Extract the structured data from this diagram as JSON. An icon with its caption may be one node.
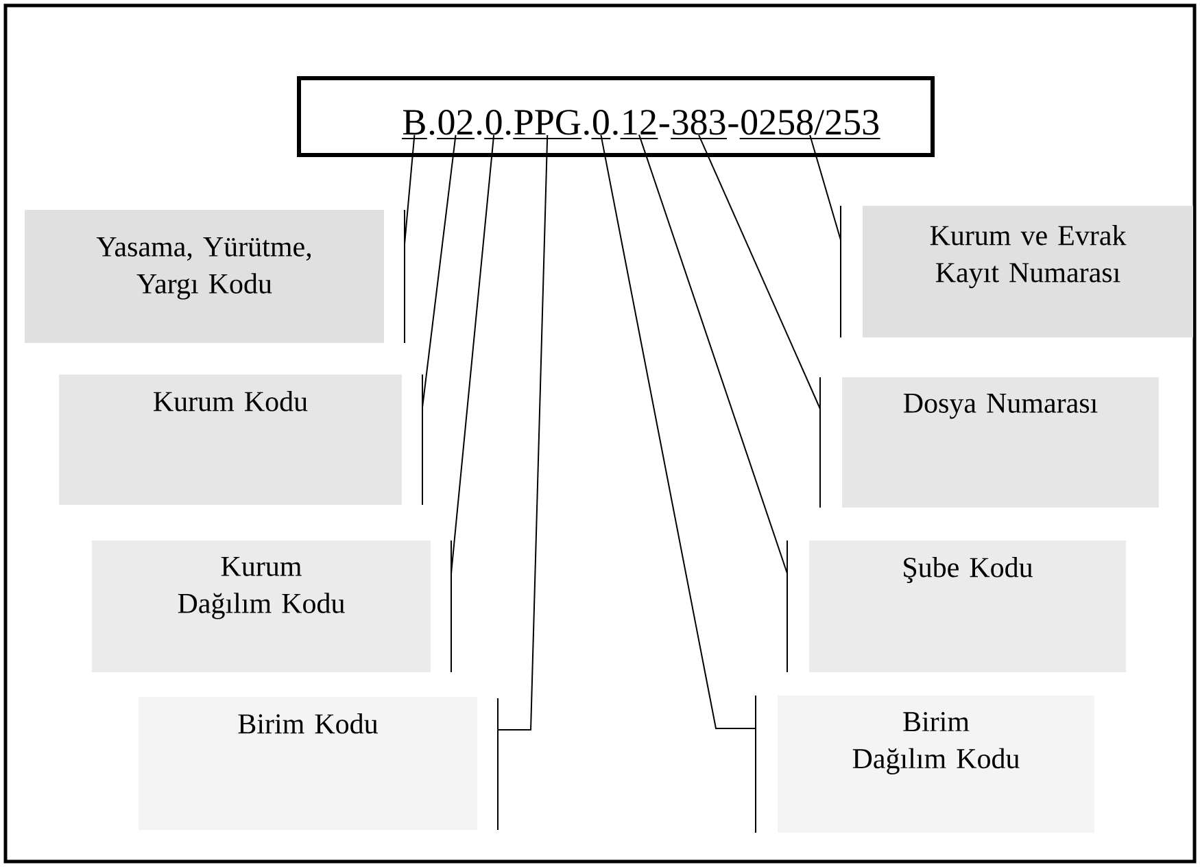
{
  "diagram": {
    "nodes": [
      {
        "text": [],
        "shape": "box"
      },
      {
        "text": [
          "B"
        ],
        "in": 0
      },
      {
        "text": [
          "02"
        ],
        "in": 0
      },
      {
        "text": [
          "0"
        ],
        "in": 0
      },
      {
        "text": [
          "PPG"
        ],
        "in": 0
      },
      {
        "text": [
          "0"
        ],
        "in": 0
      },
      {
        "text": [
          "12"
        ],
        "in": 0
      },
      {
        "text": [
          "383"
        ],
        "in": 0
      },
      {
        "text": [
          "0258/253"
        ],
        "in": 0
      },
      {
        "text": [
          "Yasama, Yürütme, Yargı Kodu"
        ]
      },
      {
        "text": [
          "Kurum ve Evrak Kayıt Numarası"
        ]
      },
      {
        "text": [
          "Kurum Kodu"
        ]
      },
      {
        "text": [
          "Dosya Numarası"
        ]
      },
      {
        "text": [
          "Kurum Dağılım Kodu"
        ]
      },
      {
        "text": [
          "Şube Kodu"
        ]
      },
      {
        "text": [
          "Birim Kodu"
        ]
      },
      {
        "text": [
          "Birim Dağılım Kodu"
        ]
      }
    ],
    "edges": [
      {
        "from": 1,
        "to": 9,
        "arrow": "none"
      },
      {
        "from": 2,
        "to": 11,
        "arrow": "none"
      },
      {
        "from": 3,
        "to": 13,
        "arrow": "none"
      },
      {
        "from": 4,
        "to": 15,
        "arrow": "none"
      },
      {
        "from": 5,
        "to": 16,
        "arrow": "none"
      },
      {
        "from": 6,
        "to": 14,
        "arrow": "none"
      },
      {
        "from": 7,
        "to": 12,
        "arrow": "none"
      },
      {
        "from": 8,
        "to": 10,
        "arrow": "none"
      }
    ],
    "labels": [
      ".",
      ".",
      ".",
      ".",
      ".",
      "-",
      "-"
    ]
  }
}
